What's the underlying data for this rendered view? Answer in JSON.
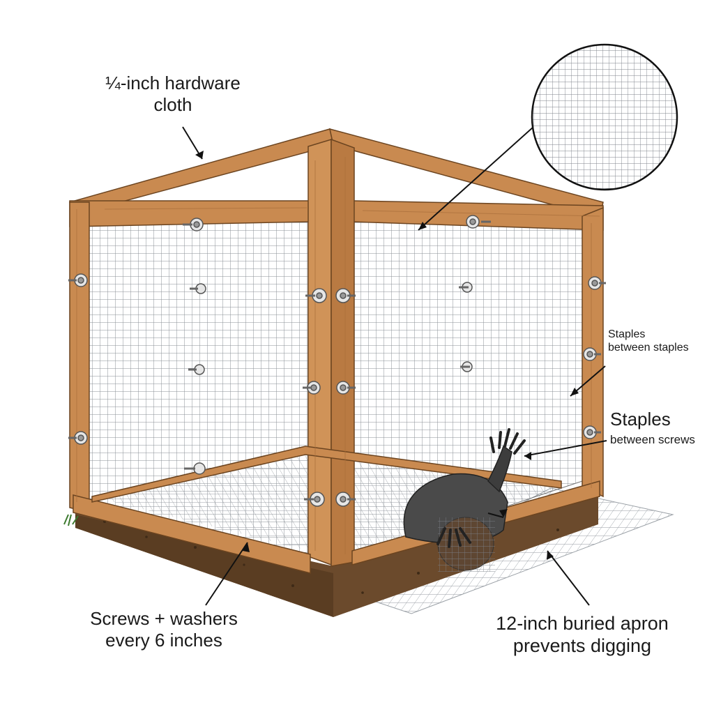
{
  "labels": {
    "hardware_cloth": {
      "line1": "¼-inch hardware",
      "line2": "cloth"
    },
    "staples_small": {
      "line1": "Staples",
      "line2": "between staples"
    },
    "staples_large": {
      "line1": "Staples",
      "line2": "between screws"
    },
    "screws": {
      "line1": "Screws + washers",
      "line2": "every 6 inches"
    },
    "apron": {
      "line1": "12-inch buried apron",
      "line2": "prevents digging"
    }
  },
  "colors": {
    "wood": "#c98a50",
    "wood_dark": "#8a5a2e",
    "soil": "#6b4a2c",
    "mesh": "#8a8f96",
    "animal": "#4a4a4a"
  },
  "icons": [
    "magnifier-circle-mesh",
    "screw-washer-icon",
    "raccoon-paw"
  ]
}
